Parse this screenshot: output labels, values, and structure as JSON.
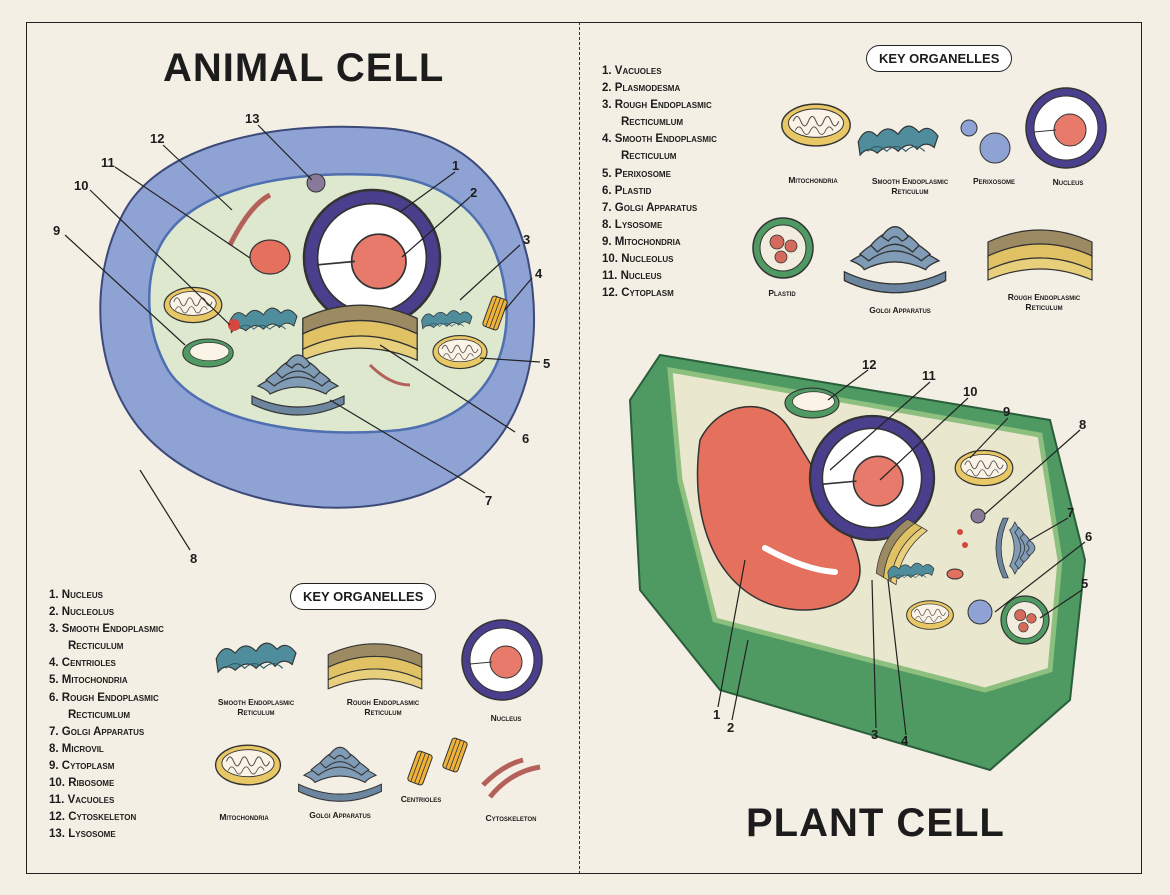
{
  "animal": {
    "title": "ANIMAL CELL",
    "legend": [
      {
        "n": "1.",
        "t": "Nucleus"
      },
      {
        "n": "2.",
        "t": "Nucleolus"
      },
      {
        "n": "3.",
        "t": "Smooth Endoplasmic",
        "c": "Recticulum"
      },
      {
        "n": "4.",
        "t": "Centrioles"
      },
      {
        "n": "5.",
        "t": "Mitochondria"
      },
      {
        "n": "6.",
        "t": "Rough Endoplasmic",
        "c": "Recticumlum"
      },
      {
        "n": "7.",
        "t": "Golgi Apparatus"
      },
      {
        "n": "8.",
        "t": "Microvil"
      },
      {
        "n": "9.",
        "t": "Cytoplasm"
      },
      {
        "n": "10.",
        "t": "Ribosome"
      },
      {
        "n": "11.",
        "t": "Vacuoles"
      },
      {
        "n": "12.",
        "t": "Cytoskeleton"
      },
      {
        "n": "13.",
        "t": "Lysosome"
      }
    ],
    "key_title": "KEY ORGANELLES",
    "key_captions": {
      "smooth_er": [
        "Smooth Endoplasmic",
        "Reticulum"
      ],
      "rough_er": [
        "Rough Endoplasmic",
        "Reticulum"
      ],
      "nucleus": [
        "Nucleus"
      ],
      "mitochondria": [
        "Mitochondria"
      ],
      "golgi": [
        "Golgi Apparatus"
      ],
      "centrioles": [
        "Centrioles"
      ],
      "cytoskeleton": [
        "Cytoskeleton"
      ]
    },
    "callouts": [
      "1",
      "2",
      "3",
      "4",
      "5",
      "6",
      "7",
      "8",
      "9",
      "10",
      "11",
      "12",
      "13"
    ]
  },
  "plant": {
    "title": "PLANT CELL",
    "legend": [
      {
        "n": "1.",
        "t": "Vacuoles"
      },
      {
        "n": "2.",
        "t": "Plasmodesma"
      },
      {
        "n": "3.",
        "t": "Rough Endoplasmic",
        "c": "Recticumlum"
      },
      {
        "n": "4.",
        "t": "Smooth Endoplasmic",
        "c": "Recticulum"
      },
      {
        "n": "5.",
        "t": "Perixosome"
      },
      {
        "n": "6.",
        "t": "Plastid"
      },
      {
        "n": "7.",
        "t": "Golgi Apparatus"
      },
      {
        "n": "8.",
        "t": "Lysosome"
      },
      {
        "n": "9.",
        "t": "Mitochondria"
      },
      {
        "n": "10.",
        "t": "Nucleolus"
      },
      {
        "n": "11.",
        "t": "Nucleus"
      },
      {
        "n": "12.",
        "t": "Cytoplasm"
      }
    ],
    "key_title": "KEY ORGANELLES",
    "key_captions": {
      "mitochondria": [
        "Mitochondria"
      ],
      "smooth_er": [
        "Smooth Endoplasmic",
        "Reticulum"
      ],
      "perixosome": [
        "Perixosome"
      ],
      "nucleus": [
        "Nucleus"
      ],
      "plastid": [
        "Plastid"
      ],
      "golgi": [
        "Golgi Apparatus"
      ],
      "rough_er": [
        "Rough Endoplasmic",
        "Reticulum"
      ]
    },
    "callouts": [
      "1",
      "2",
      "3",
      "4",
      "5",
      "6",
      "7",
      "8",
      "9",
      "10",
      "11",
      "12"
    ]
  },
  "colors": {
    "background": "#f4efe4",
    "membrane_blue": "#8fa2d4",
    "cytoplasm_green": "#dde8cf",
    "nucleus_purple": "#4a3f8c",
    "nucleolus_red": "#e77a6a",
    "golgi_blue": "#6c86a0",
    "er_teal": "#4f8c9c",
    "rough_er_gold": "#e0c265",
    "cell_wall_green": "#4f9a63",
    "vacuole_red": "#e4705d"
  }
}
